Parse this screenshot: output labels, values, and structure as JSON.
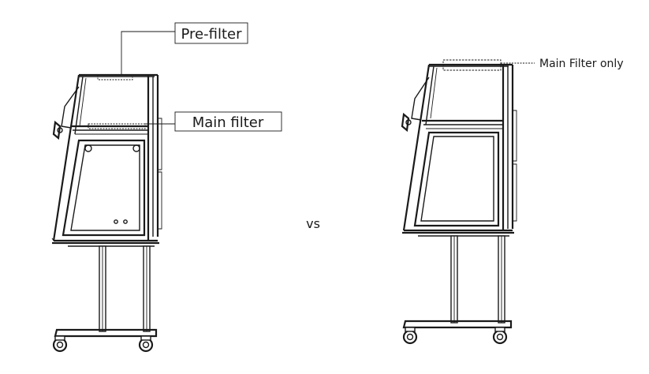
{
  "labels": {
    "prefilter": "Pre-filter",
    "mainfilter": "Main filter",
    "mainfilter_only": "Main Filter only",
    "vs": "vs"
  }
}
